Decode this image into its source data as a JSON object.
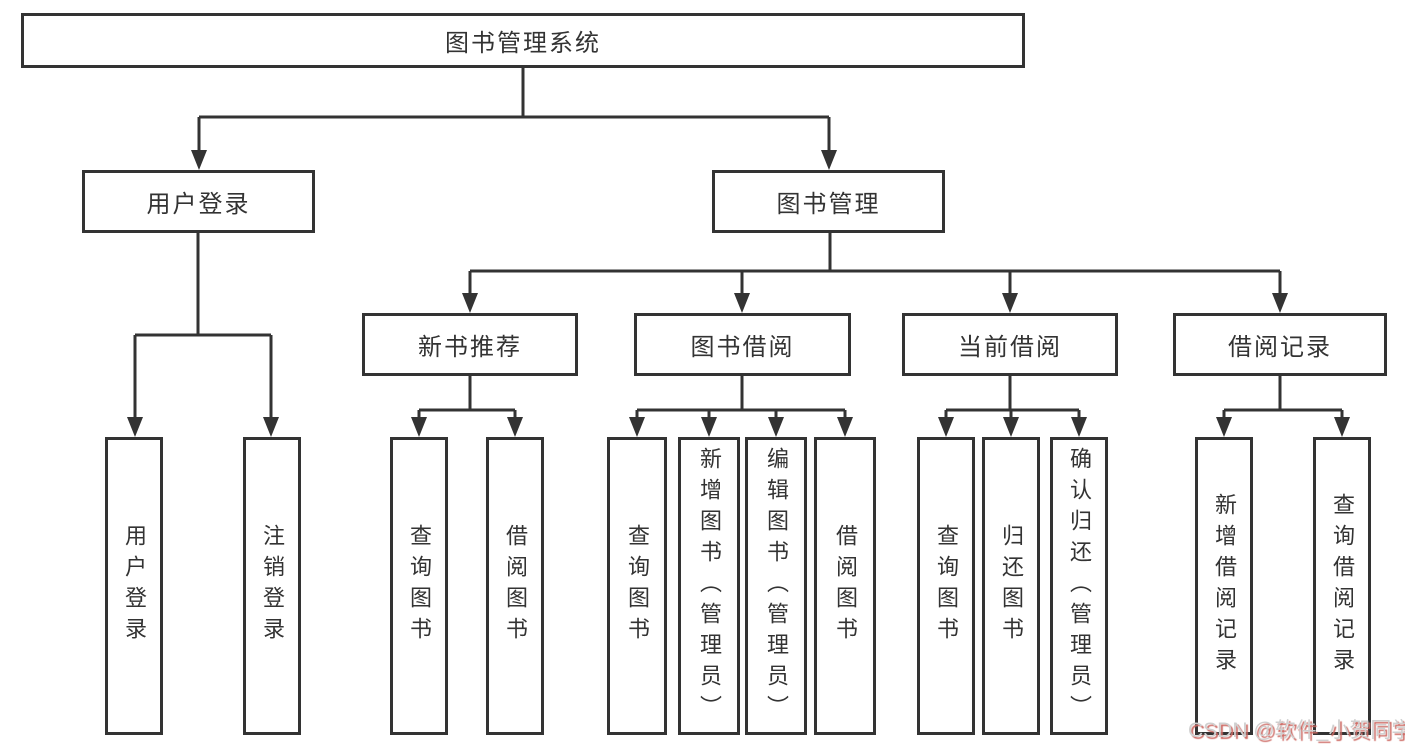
{
  "tree": {
    "label": "图书管理系统",
    "children": [
      {
        "label": "用户登录",
        "children": [
          {
            "label": "用户登录"
          },
          {
            "label": "注销登录"
          }
        ]
      },
      {
        "label": "图书管理",
        "children": [
          {
            "label": "新书推荐",
            "children": [
              {
                "label": "查询图书"
              },
              {
                "label": "借阅图书"
              }
            ]
          },
          {
            "label": "图书借阅",
            "children": [
              {
                "label": "查询图书"
              },
              {
                "label": "新增图书（管理员）"
              },
              {
                "label": "编辑图书（管理员）"
              },
              {
                "label": "借阅图书"
              }
            ]
          },
          {
            "label": "当前借阅",
            "children": [
              {
                "label": "查询图书"
              },
              {
                "label": "归还图书"
              },
              {
                "label": "确认归还（管理员）"
              }
            ]
          },
          {
            "label": "借阅记录",
            "children": [
              {
                "label": "新增借阅记录"
              },
              {
                "label": "查询借阅记录"
              }
            ]
          }
        ]
      }
    ]
  },
  "watermark": {
    "text": "CSDN @软件_小贺同学"
  },
  "colors": {
    "line": "#333333",
    "text": "#333333",
    "background": "#ffffff",
    "watermark": "#cfcfcf",
    "watermark_shadow": "#cd6a64"
  }
}
